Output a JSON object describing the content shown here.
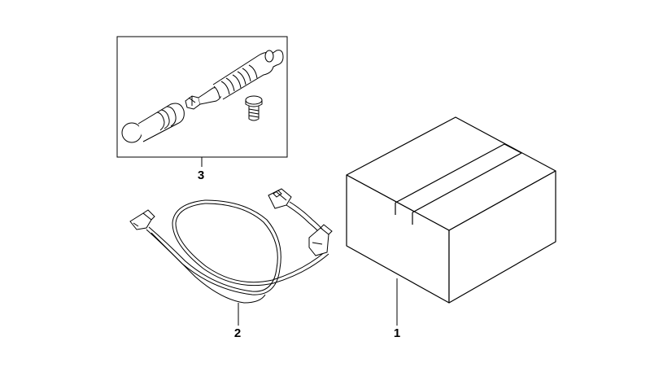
{
  "callouts": [
    {
      "id": "1",
      "label": "1",
      "part": "cardboard-box"
    },
    {
      "id": "2",
      "label": "2",
      "part": "wiring-harness"
    },
    {
      "id": "3",
      "label": "3",
      "part": "tool-kit"
    }
  ],
  "colors": {
    "line": "#000000",
    "background": "#ffffff"
  }
}
